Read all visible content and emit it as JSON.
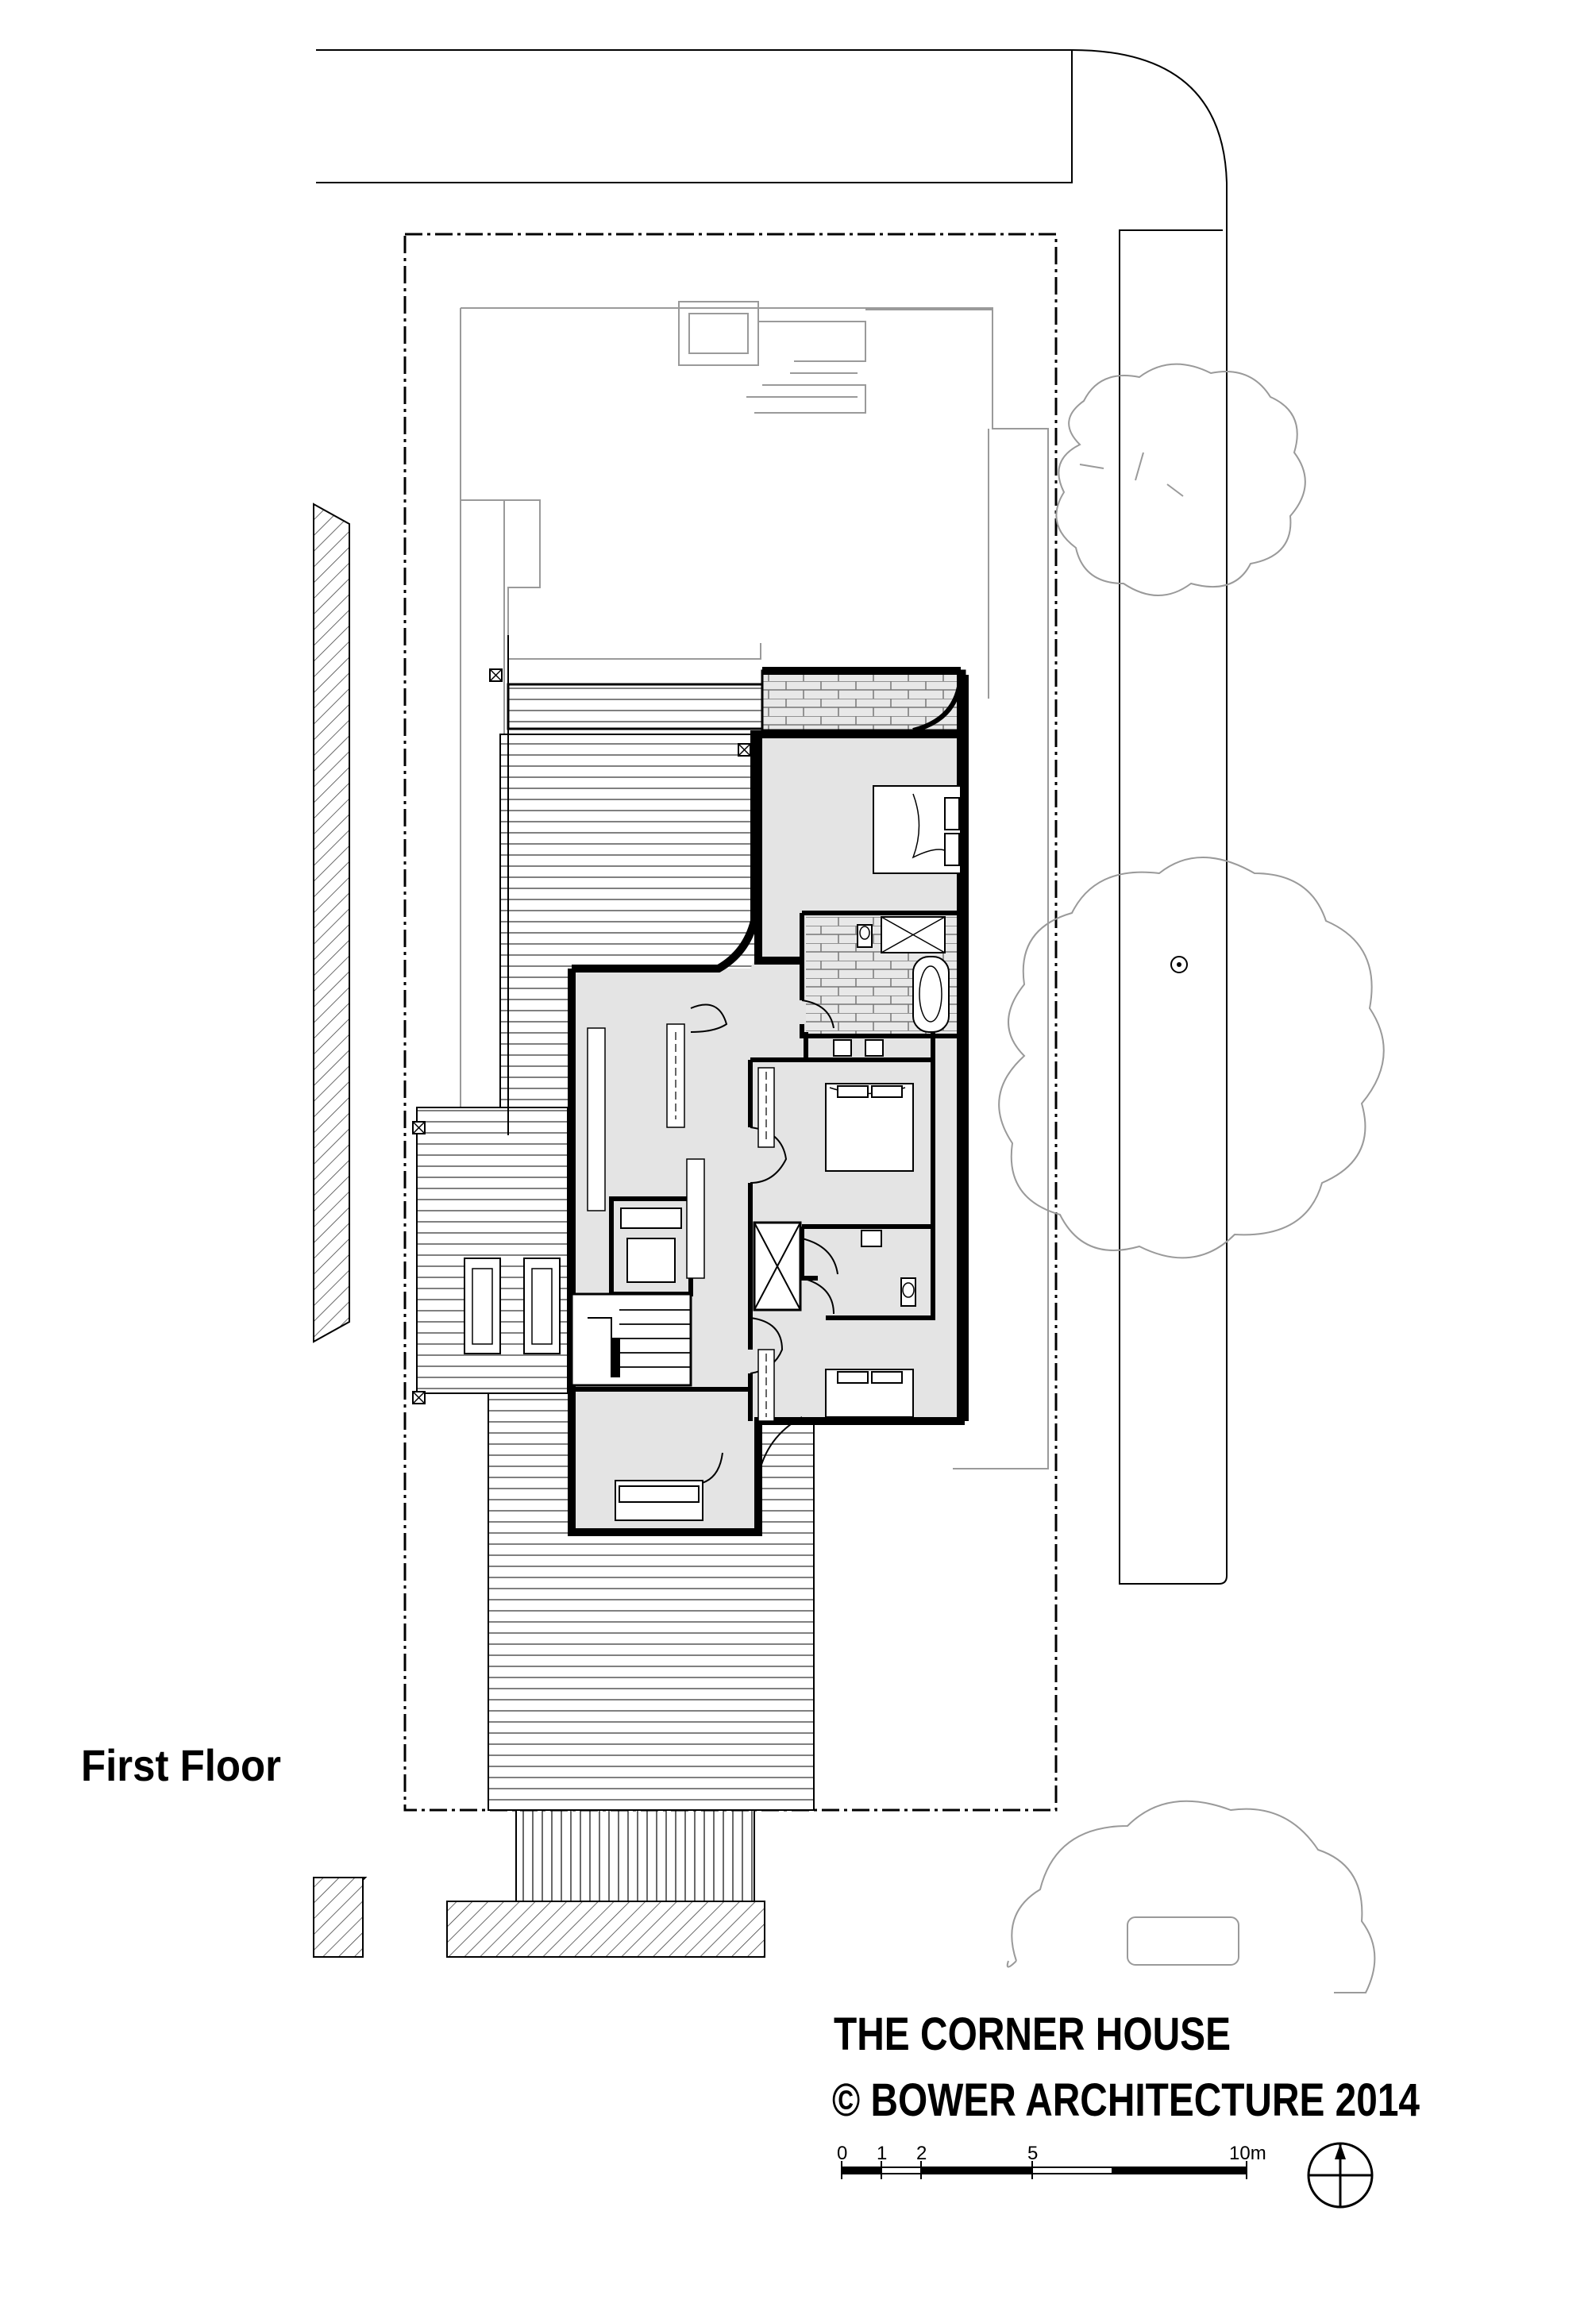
{
  "drawing": {
    "floor_label": "First Floor",
    "project_title": "THE CORNER HOUSE",
    "copyright": "© BOWER ARCHITECTURE 2014"
  },
  "scale_bar": {
    "ticks": [
      "0",
      "1",
      "2",
      "5",
      "10m"
    ]
  },
  "colors": {
    "ink": "#000000",
    "context_lines": "#9a9a9a",
    "room_fill": "#e4e4e4",
    "background": "#ffffff"
  },
  "symbols": {
    "north_point": "north-arrow-icon",
    "trees": "tree-canopy-icon"
  }
}
